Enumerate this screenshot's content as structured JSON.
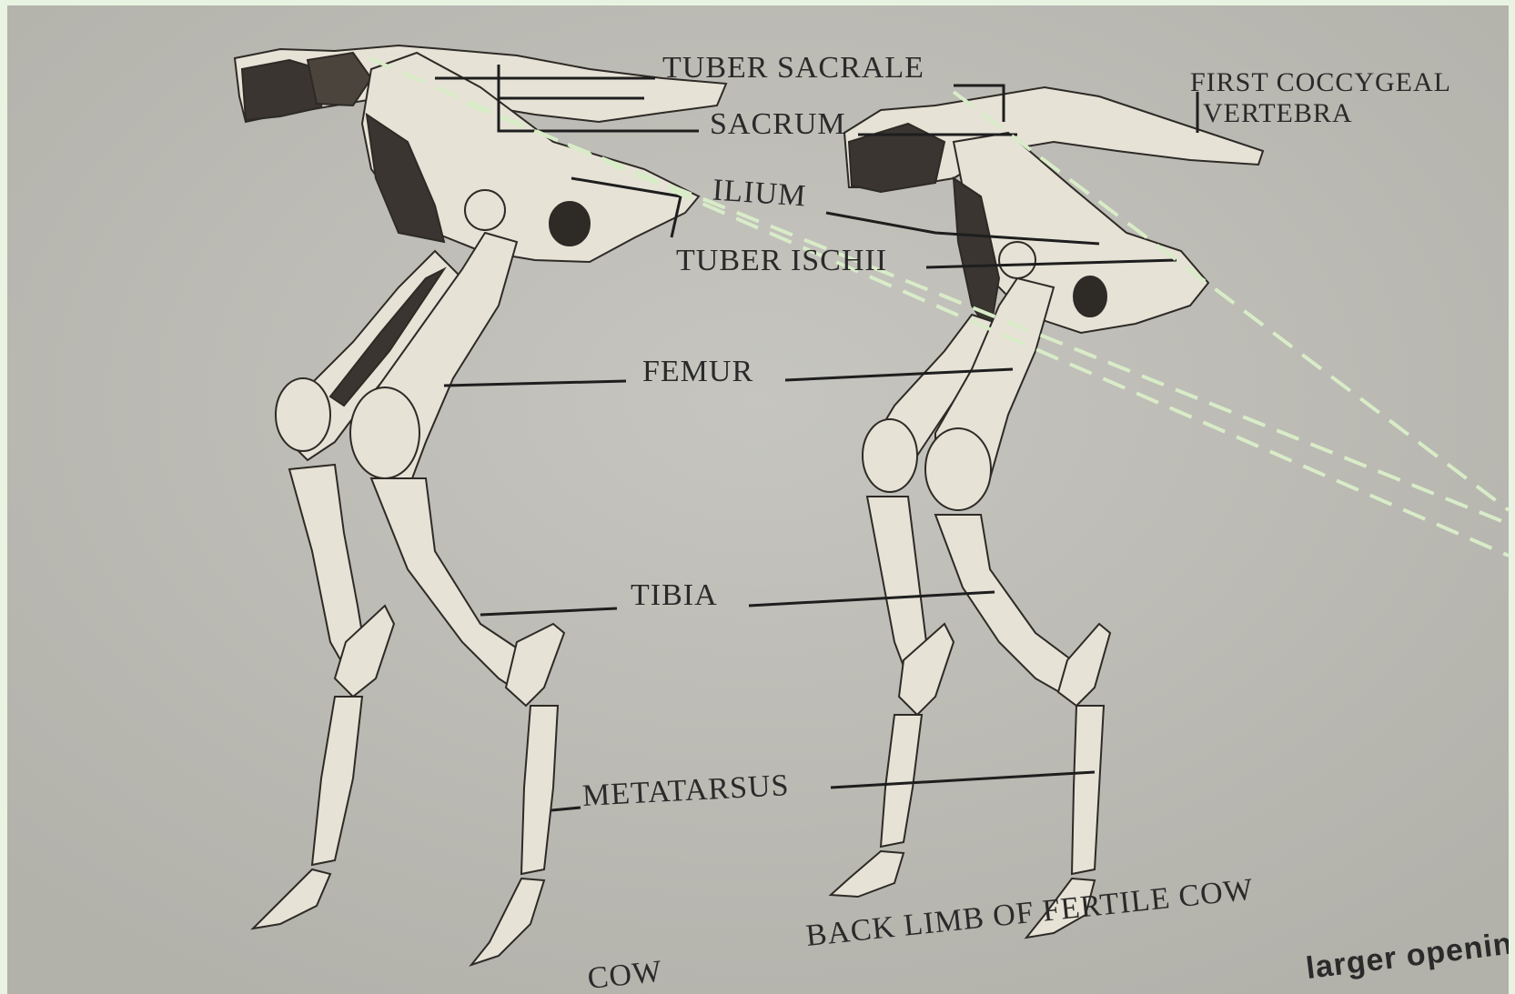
{
  "labels": {
    "tuber_sacrale": "TUBER SACRALE",
    "sacrum": "SACRUM",
    "first_coccygeal_line1": "FIRST COCCYGEAL",
    "first_coccygeal_line2": "VERTEBRA",
    "ilium": "ILIUM",
    "tuber_ischii": "TUBER ISCHII",
    "femur": "FEMUR",
    "tibia": "TIBIA",
    "metatarsus": "METATARSUS",
    "caption_right": "BACK LIMB OF FERTILE COW",
    "caption_left_fragment": "COW",
    "text_fragment_bottom_right": "larger opening"
  },
  "colors": {
    "page_background": "#bdbcb6",
    "bone_fill": "#e6e2d6",
    "bone_shadow": "#3a3530",
    "leader_line": "#1e1e1e",
    "dashed_overlay": "#d8ecc8",
    "outer_border": "#e9f3e2"
  }
}
